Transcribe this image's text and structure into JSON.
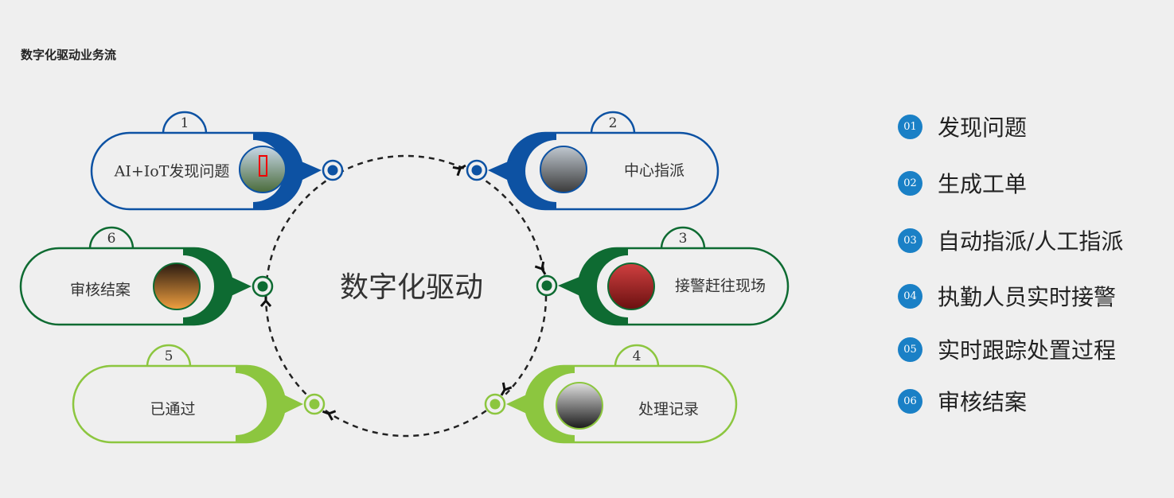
{
  "title": "数字化驱动业务流",
  "center_label": "数字化驱动",
  "colors": {
    "blue": "#0d52a3",
    "dark_green": "#0e6b32",
    "light_green": "#8cc63f",
    "list_badge": "#1a80c6"
  },
  "steps": [
    {
      "number": "1",
      "label": "AI+IoT发现问题",
      "has_image": true
    },
    {
      "number": "2",
      "label": "中心指派",
      "has_image": true
    },
    {
      "number": "3",
      "label": "接警赶往现场",
      "has_image": true
    },
    {
      "number": "4",
      "label": "处理记录",
      "has_image": true
    },
    {
      "number": "5",
      "label": "已通过",
      "has_image": false
    },
    {
      "number": "6",
      "label": "审核结案",
      "has_image": true
    }
  ],
  "list": [
    {
      "badge": "01",
      "text": "发现问题"
    },
    {
      "badge": "02",
      "text": "生成工单"
    },
    {
      "badge": "03",
      "text": "自动指派/人工指派"
    },
    {
      "badge": "04",
      "text": "执勤人员实时接警"
    },
    {
      "badge": "05",
      "text": "实时跟踪处置过程"
    },
    {
      "badge": "06",
      "text": "审核结案"
    }
  ]
}
